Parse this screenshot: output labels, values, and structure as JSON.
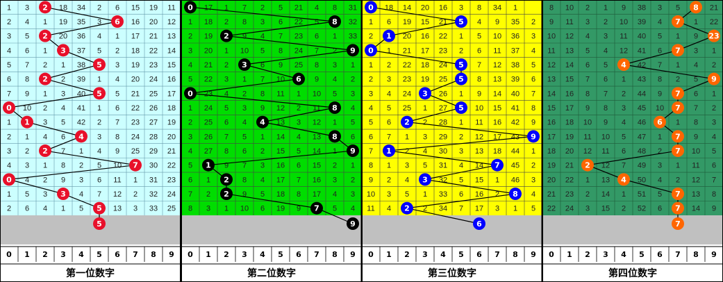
{
  "chart_data": {
    "type": "table",
    "panels": [
      {
        "title": "第一位数字",
        "bg": "#ccffff",
        "ball_color": "#e8102a",
        "ball_text_color": "#ffffff",
        "columns": [
          "0",
          "1",
          "2",
          "3",
          "4",
          "5",
          "6",
          "7",
          "8",
          "9"
        ],
        "rows": [
          {
            "cells": [
              "1",
              "3",
              "2",
              "18",
              "34",
              "2",
              "6",
              "15",
              "19",
              "11"
            ],
            "hit": 2
          },
          {
            "cells": [
              "2",
              "4",
              "1",
              "19",
              "35",
              "3",
              "6",
              "16",
              "20",
              "12"
            ],
            "hit": 6
          },
          {
            "cells": [
              "3",
              "5",
              "2",
              "20",
              "36",
              "4",
              "1",
              "17",
              "21",
              "13"
            ],
            "hit": 2
          },
          {
            "cells": [
              "4",
              "6",
              "1",
              "3",
              "37",
              "5",
              "2",
              "18",
              "22",
              "14"
            ],
            "hit": 3
          },
          {
            "cells": [
              "5",
              "7",
              "2",
              "1",
              "38",
              "5",
              "3",
              "19",
              "23",
              "15"
            ],
            "hit": 5
          },
          {
            "cells": [
              "6",
              "8",
              "2",
              "2",
              "39",
              "1",
              "4",
              "20",
              "24",
              "16"
            ],
            "hit": 2
          },
          {
            "cells": [
              "7",
              "9",
              "1",
              "3",
              "40",
              "5",
              "5",
              "21",
              "25",
              "17"
            ],
            "hit": 5
          },
          {
            "cells": [
              "0",
              "10",
              "2",
              "4",
              "41",
              "1",
              "6",
              "22",
              "26",
              "18"
            ],
            "hit": 0
          },
          {
            "cells": [
              "1",
              "1",
              "3",
              "5",
              "42",
              "2",
              "7",
              "23",
              "27",
              "19"
            ],
            "hit": 1
          },
          {
            "cells": [
              "2",
              "1",
              "4",
              "6",
              "4",
              "3",
              "8",
              "24",
              "28",
              "20"
            ],
            "hit": 4
          },
          {
            "cells": [
              "3",
              "2",
              "2",
              "7",
              "1",
              "4",
              "9",
              "25",
              "29",
              "21"
            ],
            "hit": 2
          },
          {
            "cells": [
              "4",
              "3",
              "1",
              "8",
              "2",
              "5",
              "10",
              "7",
              "30",
              "22"
            ],
            "hit": 7
          },
          {
            "cells": [
              "0",
              "4",
              "2",
              "9",
              "3",
              "6",
              "11",
              "1",
              "31",
              "23"
            ],
            "hit": 0
          },
          {
            "cells": [
              "1",
              "5",
              "3",
              "3",
              "4",
              "7",
              "12",
              "2",
              "32",
              "24"
            ],
            "hit": 3
          },
          {
            "cells": [
              "2",
              "6",
              "4",
              "1",
              "5",
              "5",
              "13",
              "3",
              "33",
              "25"
            ],
            "hit": 5
          }
        ],
        "next": 5
      },
      {
        "title": "第二位数字",
        "bg": "#00dd00",
        "ball_color": "#000000",
        "ball_text_color": "#ffffff",
        "columns": [
          "0",
          "1",
          "2",
          "3",
          "4",
          "5",
          "6",
          "7",
          "8",
          "9"
        ],
        "rows": [
          {
            "cells": [
              "0",
              "17",
              "1",
              "7",
              "2",
              "5",
              "21",
              "4",
              "8",
              "31"
            ],
            "hit": 0
          },
          {
            "cells": [
              "1",
              "18",
              "2",
              "8",
              "3",
              "6",
              "22",
              "5",
              "8",
              "32"
            ],
            "hit": 8
          },
          {
            "cells": [
              "2",
              "19",
              "2",
              "9",
              "4",
              "7",
              "23",
              "6",
              "1",
              "33"
            ],
            "hit": 2
          },
          {
            "cells": [
              "3",
              "20",
              "1",
              "10",
              "5",
              "8",
              "24",
              "7",
              "2",
              "9"
            ],
            "hit": 9
          },
          {
            "cells": [
              "4",
              "21",
              "2",
              "3",
              "6",
              "9",
              "25",
              "8",
              "3",
              "1"
            ],
            "hit": 3
          },
          {
            "cells": [
              "5",
              "22",
              "3",
              "1",
              "7",
              "10",
              "6",
              "9",
              "4",
              "2"
            ],
            "hit": 6
          },
          {
            "cells": [
              "0",
              "23",
              "4",
              "2",
              "8",
              "11",
              "1",
              "10",
              "5",
              "3"
            ],
            "hit": 0
          },
          {
            "cells": [
              "1",
              "24",
              "5",
              "3",
              "9",
              "12",
              "2",
              "11",
              "8",
              "4"
            ],
            "hit": 8
          },
          {
            "cells": [
              "2",
              "25",
              "6",
              "4",
              "4",
              "13",
              "3",
              "12",
              "1",
              "5"
            ],
            "hit": 4
          },
          {
            "cells": [
              "3",
              "26",
              "7",
              "5",
              "1",
              "14",
              "4",
              "13",
              "8",
              "6"
            ],
            "hit": 8
          },
          {
            "cells": [
              "4",
              "27",
              "8",
              "6",
              "2",
              "15",
              "5",
              "14",
              "1",
              "9"
            ],
            "hit": 9
          },
          {
            "cells": [
              "5",
              "1",
              "9",
              "7",
              "3",
              "16",
              "6",
              "15",
              "2",
              "1"
            ],
            "hit": 1
          },
          {
            "cells": [
              "6",
              "1",
              "2",
              "8",
              "4",
              "17",
              "7",
              "16",
              "3",
              "2"
            ],
            "hit": 2
          },
          {
            "cells": [
              "7",
              "2",
              "2",
              "9",
              "5",
              "18",
              "8",
              "17",
              "4",
              "3"
            ],
            "hit": 2
          },
          {
            "cells": [
              "8",
              "3",
              "1",
              "10",
              "6",
              "19",
              "9",
              "7",
              "5",
              "4"
            ],
            "hit": 7
          }
        ],
        "next": 9
      },
      {
        "title": "第三位数字",
        "bg": "#ffff00",
        "ball_color": "#0000ff",
        "ball_text_color": "#ffffff",
        "columns": [
          "0",
          "1",
          "2",
          "3",
          "4",
          "5",
          "6",
          "7",
          "8",
          "9"
        ],
        "rows": [
          {
            "cells": [
              "0",
              "18",
              "14",
              "20",
              "16",
              "3",
              "8",
              "34",
              "1",
              ""
            ],
            "hit": 0
          },
          {
            "cells": [
              "1",
              "6",
              "19",
              "15",
              "21",
              "5",
              "4",
              "9",
              "35",
              "2"
            ],
            "hit": 5
          },
          {
            "cells": [
              "2",
              "1",
              "20",
              "16",
              "22",
              "1",
              "5",
              "10",
              "36",
              "3"
            ],
            "hit": 1
          },
          {
            "cells": [
              "0",
              "1",
              "21",
              "17",
              "23",
              "2",
              "6",
              "11",
              "37",
              "4"
            ],
            "hit": 0
          },
          {
            "cells": [
              "1",
              "2",
              "22",
              "18",
              "24",
              "5",
              "7",
              "12",
              "38",
              "5"
            ],
            "hit": 5
          },
          {
            "cells": [
              "2",
              "3",
              "23",
              "19",
              "25",
              "5",
              "8",
              "13",
              "39",
              "6"
            ],
            "hit": 5
          },
          {
            "cells": [
              "3",
              "4",
              "24",
              "3",
              "26",
              "1",
              "9",
              "14",
              "40",
              "7"
            ],
            "hit": 3
          },
          {
            "cells": [
              "4",
              "5",
              "25",
              "1",
              "27",
              "5",
              "10",
              "15",
              "41",
              "8"
            ],
            "hit": 5
          },
          {
            "cells": [
              "5",
              "6",
              "2",
              "2",
              "28",
              "1",
              "11",
              "16",
              "42",
              "9"
            ],
            "hit": 2
          },
          {
            "cells": [
              "6",
              "7",
              "1",
              "3",
              "29",
              "2",
              "12",
              "17",
              "43",
              "9"
            ],
            "hit": 9
          },
          {
            "cells": [
              "7",
              "1",
              "2",
              "4",
              "30",
              "3",
              "13",
              "18",
              "44",
              "1"
            ],
            "hit": 1
          },
          {
            "cells": [
              "8",
              "1",
              "3",
              "5",
              "31",
              "4",
              "14",
              "7",
              "45",
              "2"
            ],
            "hit": 7
          },
          {
            "cells": [
              "9",
              "2",
              "4",
              "3",
              "32",
              "5",
              "15",
              "1",
              "46",
              "3"
            ],
            "hit": 3
          },
          {
            "cells": [
              "10",
              "3",
              "5",
              "1",
              "33",
              "6",
              "16",
              "2",
              "8",
              "4"
            ],
            "hit": 8
          },
          {
            "cells": [
              "11",
              "4",
              "2",
              "2",
              "34",
              "7",
              "17",
              "3",
              "1",
              "5"
            ],
            "hit": 2
          }
        ],
        "next": 6
      },
      {
        "title": "第四位数字",
        "bg": "#339966",
        "ball_color": "#ff6600",
        "ball_text_color": "#ffffff",
        "columns": [
          "0",
          "1",
          "2",
          "3",
          "4",
          "5",
          "6",
          "7",
          "8",
          "9"
        ],
        "rows": [
          {
            "cells": [
              "8",
              "10",
              "2",
              "1",
              "9",
              "38",
              "3",
              "5",
              "8",
              "21"
            ],
            "hit": 8
          },
          {
            "cells": [
              "9",
              "11",
              "3",
              "2",
              "10",
              "39",
              "4",
              "7",
              "1",
              "22"
            ],
            "hit": 7
          },
          {
            "cells": [
              "10",
              "12",
              "4",
              "3",
              "11",
              "40",
              "5",
              "1",
              "9",
              "23"
            ],
            "hit": 9
          },
          {
            "cells": [
              "11",
              "13",
              "5",
              "4",
              "12",
              "41",
              "6",
              "7",
              "3",
              "1"
            ],
            "hit": 7
          },
          {
            "cells": [
              "12",
              "14",
              "6",
              "5",
              "4",
              "42",
              "7",
              "1",
              "4",
              "2"
            ],
            "hit": 4
          },
          {
            "cells": [
              "13",
              "15",
              "7",
              "6",
              "1",
              "43",
              "8",
              "2",
              "5",
              "9"
            ],
            "hit": 9
          },
          {
            "cells": [
              "14",
              "16",
              "8",
              "7",
              "2",
              "44",
              "9",
              "7",
              "6",
              "1"
            ],
            "hit": 7
          },
          {
            "cells": [
              "15",
              "17",
              "9",
              "8",
              "3",
              "45",
              "10",
              "7",
              "7",
              "2"
            ],
            "hit": 7
          },
          {
            "cells": [
              "16",
              "18",
              "10",
              "9",
              "4",
              "46",
              "6",
              "1",
              "8",
              "3"
            ],
            "hit": 6
          },
          {
            "cells": [
              "17",
              "19",
              "11",
              "10",
              "5",
              "47",
              "1",
              "7",
              "9",
              "4"
            ],
            "hit": 7
          },
          {
            "cells": [
              "18",
              "20",
              "12",
              "11",
              "6",
              "48",
              "2",
              "7",
              "10",
              "5"
            ],
            "hit": 7
          },
          {
            "cells": [
              "19",
              "21",
              "2",
              "12",
              "7",
              "49",
              "3",
              "1",
              "11",
              "6"
            ],
            "hit": 2
          },
          {
            "cells": [
              "20",
              "22",
              "1",
              "13",
              "4",
              "50",
              "4",
              "2",
              "12",
              "7"
            ],
            "hit": 4
          },
          {
            "cells": [
              "21",
              "23",
              "2",
              "14",
              "1",
              "51",
              "5",
              "7",
              "13",
              "8"
            ],
            "hit": 7
          },
          {
            "cells": [
              "22",
              "24",
              "3",
              "15",
              "2",
              "52",
              "6",
              "7",
              "14",
              "9"
            ],
            "hit": 7
          }
        ],
        "next": 7
      }
    ]
  }
}
